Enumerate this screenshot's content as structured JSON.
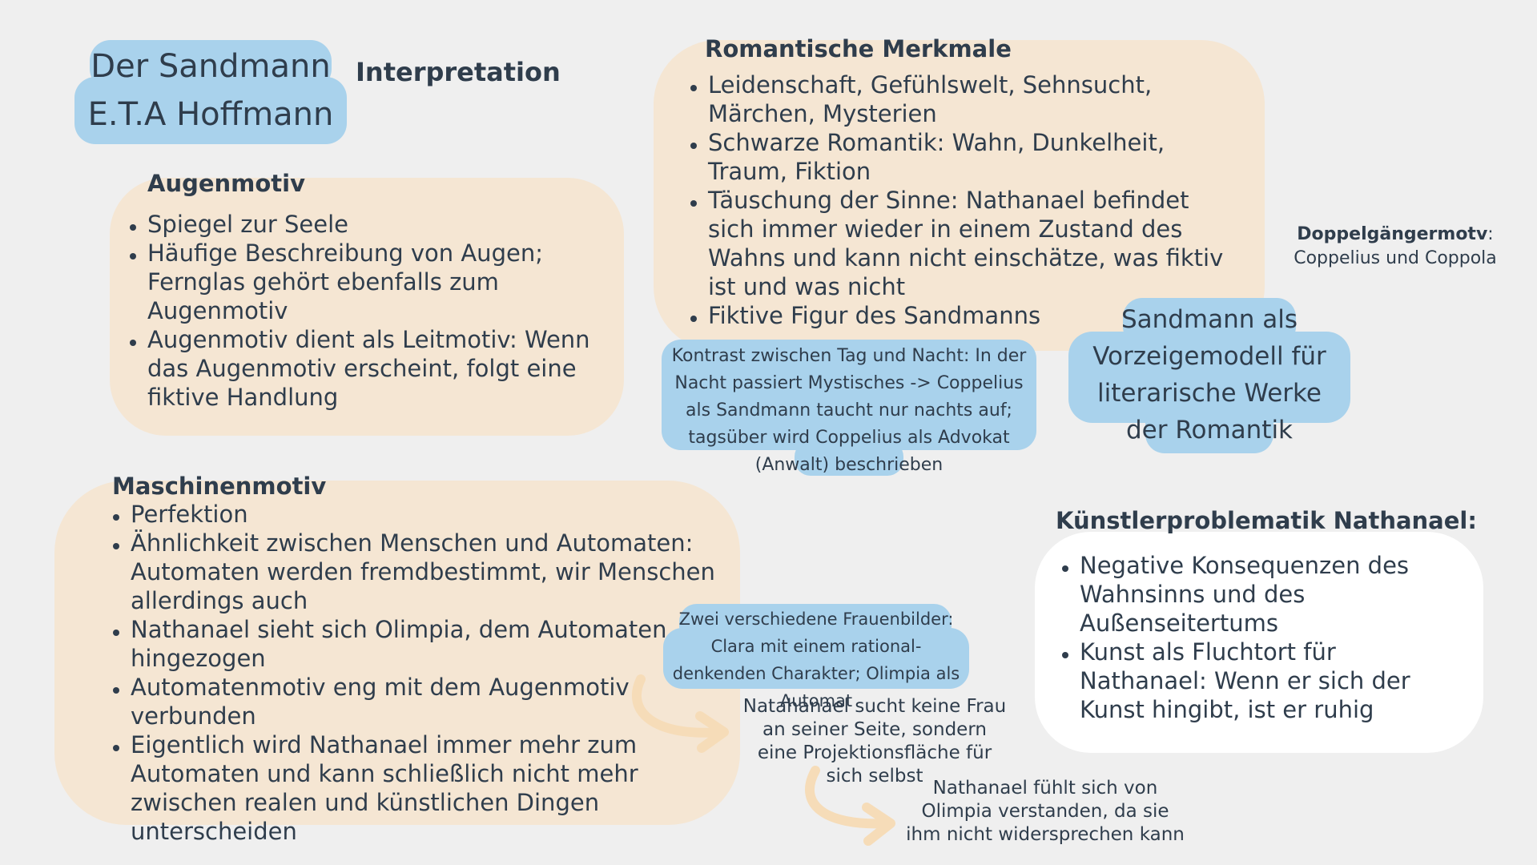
{
  "title": {
    "line1": "Der Sandmann",
    "line2": "E.T.A Hoffmann",
    "subtitle": "Interpretation"
  },
  "augenmotiv": {
    "heading": "Augenmotiv",
    "items": [
      "Spiegel zur Seele",
      "Häufige Beschreibung von Augen; Fernglas gehört ebenfalls zum Augenmotiv",
      "Augenmotiv dient als Leitmotiv: Wenn das Augenmotiv erscheint, folgt eine fiktive Handlung"
    ]
  },
  "romantik": {
    "heading": "Romantische Merkmale",
    "items": [
      "Leidenschaft, Gefühlswelt, Sehnsucht, Märchen, Mysterien",
      "Schwarze Romantik: Wahn, Dunkelheit, Traum, Fiktion",
      "Täuschung der Sinne: Nathanael befindet sich immer wieder in einem Zustand des Wahns und kann nicht einschätze, was fiktiv ist und was nicht",
      "Fiktive Figur des Sandmanns"
    ]
  },
  "doppelgaenger": {
    "label": "Doppelgängermotv",
    "colon": ":",
    "text": "Coppelius und Coppola"
  },
  "kontrast": {
    "text": "Kontrast zwischen Tag und Nacht: In der Nacht passiert Mystisches -> Coppelius als Sandmann taucht nur nachts auf; tagsüber wird Coppelius als Advokat (Anwalt) beschrieben"
  },
  "vorzeige": {
    "text": "Sandmann als Vorzeigemodell für literarische Werke der Romantik"
  },
  "maschinenmotiv": {
    "heading": "Maschinenmotiv",
    "items": [
      "Perfektion",
      "Ähnlichkeit zwischen Menschen und Automaten: Automaten werden fremdbestimmt, wir Menschen allerdings auch",
      "Nathanael sieht sich Olimpia, dem Automaten, hingezogen",
      "Automatenmotiv eng mit dem Augenmotiv verbunden",
      "Eigentlich wird Nathanael immer mehr zum Automaten und kann schließlich nicht mehr zwischen realen und künstlichen Dingen unterscheiden"
    ]
  },
  "frauenbilder": {
    "text": "Zwei verschiedene Frauenbilder: Clara mit einem rational-denkenden Charakter; Olimpia als Automat"
  },
  "projektion": {
    "text": "Natahanael sucht keine Frau an seiner Seite, sondern eine Projektionsfläche für sich selbst"
  },
  "verstanden": {
    "text": "Nathanael fühlt sich von Olimpia verstanden, da sie ihm nicht widersprechen kann"
  },
  "kuenstler": {
    "heading": "Künstlerproblematik Nathanael:",
    "items": [
      "Negative Konsequenzen des Wahnsinns und des Außenseitertums",
      "Kunst als Fluchtort für Nathanael: Wenn er sich der Kunst hingibt, ist er ruhig"
    ]
  },
  "colors": {
    "background": "#efefef",
    "peach": "#f5e6d3",
    "blue": "#a9d2ec",
    "white": "#ffffff",
    "text": "#2f3d4c",
    "arrow": "#f6dcb8"
  }
}
